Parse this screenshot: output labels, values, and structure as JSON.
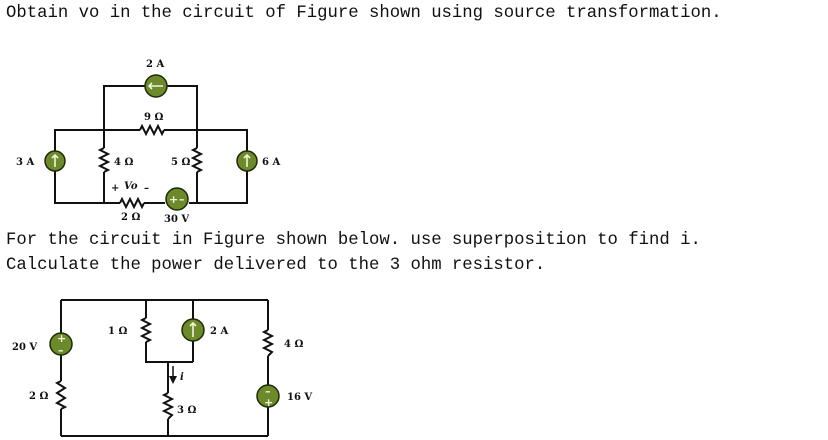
{
  "questions": {
    "q1": "Obtain vo in the circuit of Figure shown using source transformation.",
    "q2_line1": "For the circuit in Figure shown below. use superposition to find i.",
    "q2_line2": "Calculate the power delivered to the 3 ohm resistor."
  },
  "circuit1": {
    "i_source_top": "2 A",
    "r_9": "9 Ω",
    "i_source_left": "3 A",
    "r_4": "4 Ω",
    "r_5": "5 Ω",
    "i_source_right": "6 A",
    "vo_plus": "+",
    "vo_label": "Vo",
    "vo_minus": "–",
    "r_2": "2 Ω",
    "v_source": "30 V"
  },
  "circuit2": {
    "v_source_left": "20 V",
    "r_2": "2 Ω",
    "r_1": "1 Ω",
    "i_source": "2 A",
    "current_label": "i",
    "r_3": "3 Ω",
    "r_4": "4 Ω",
    "v_source_right": "16 V"
  }
}
